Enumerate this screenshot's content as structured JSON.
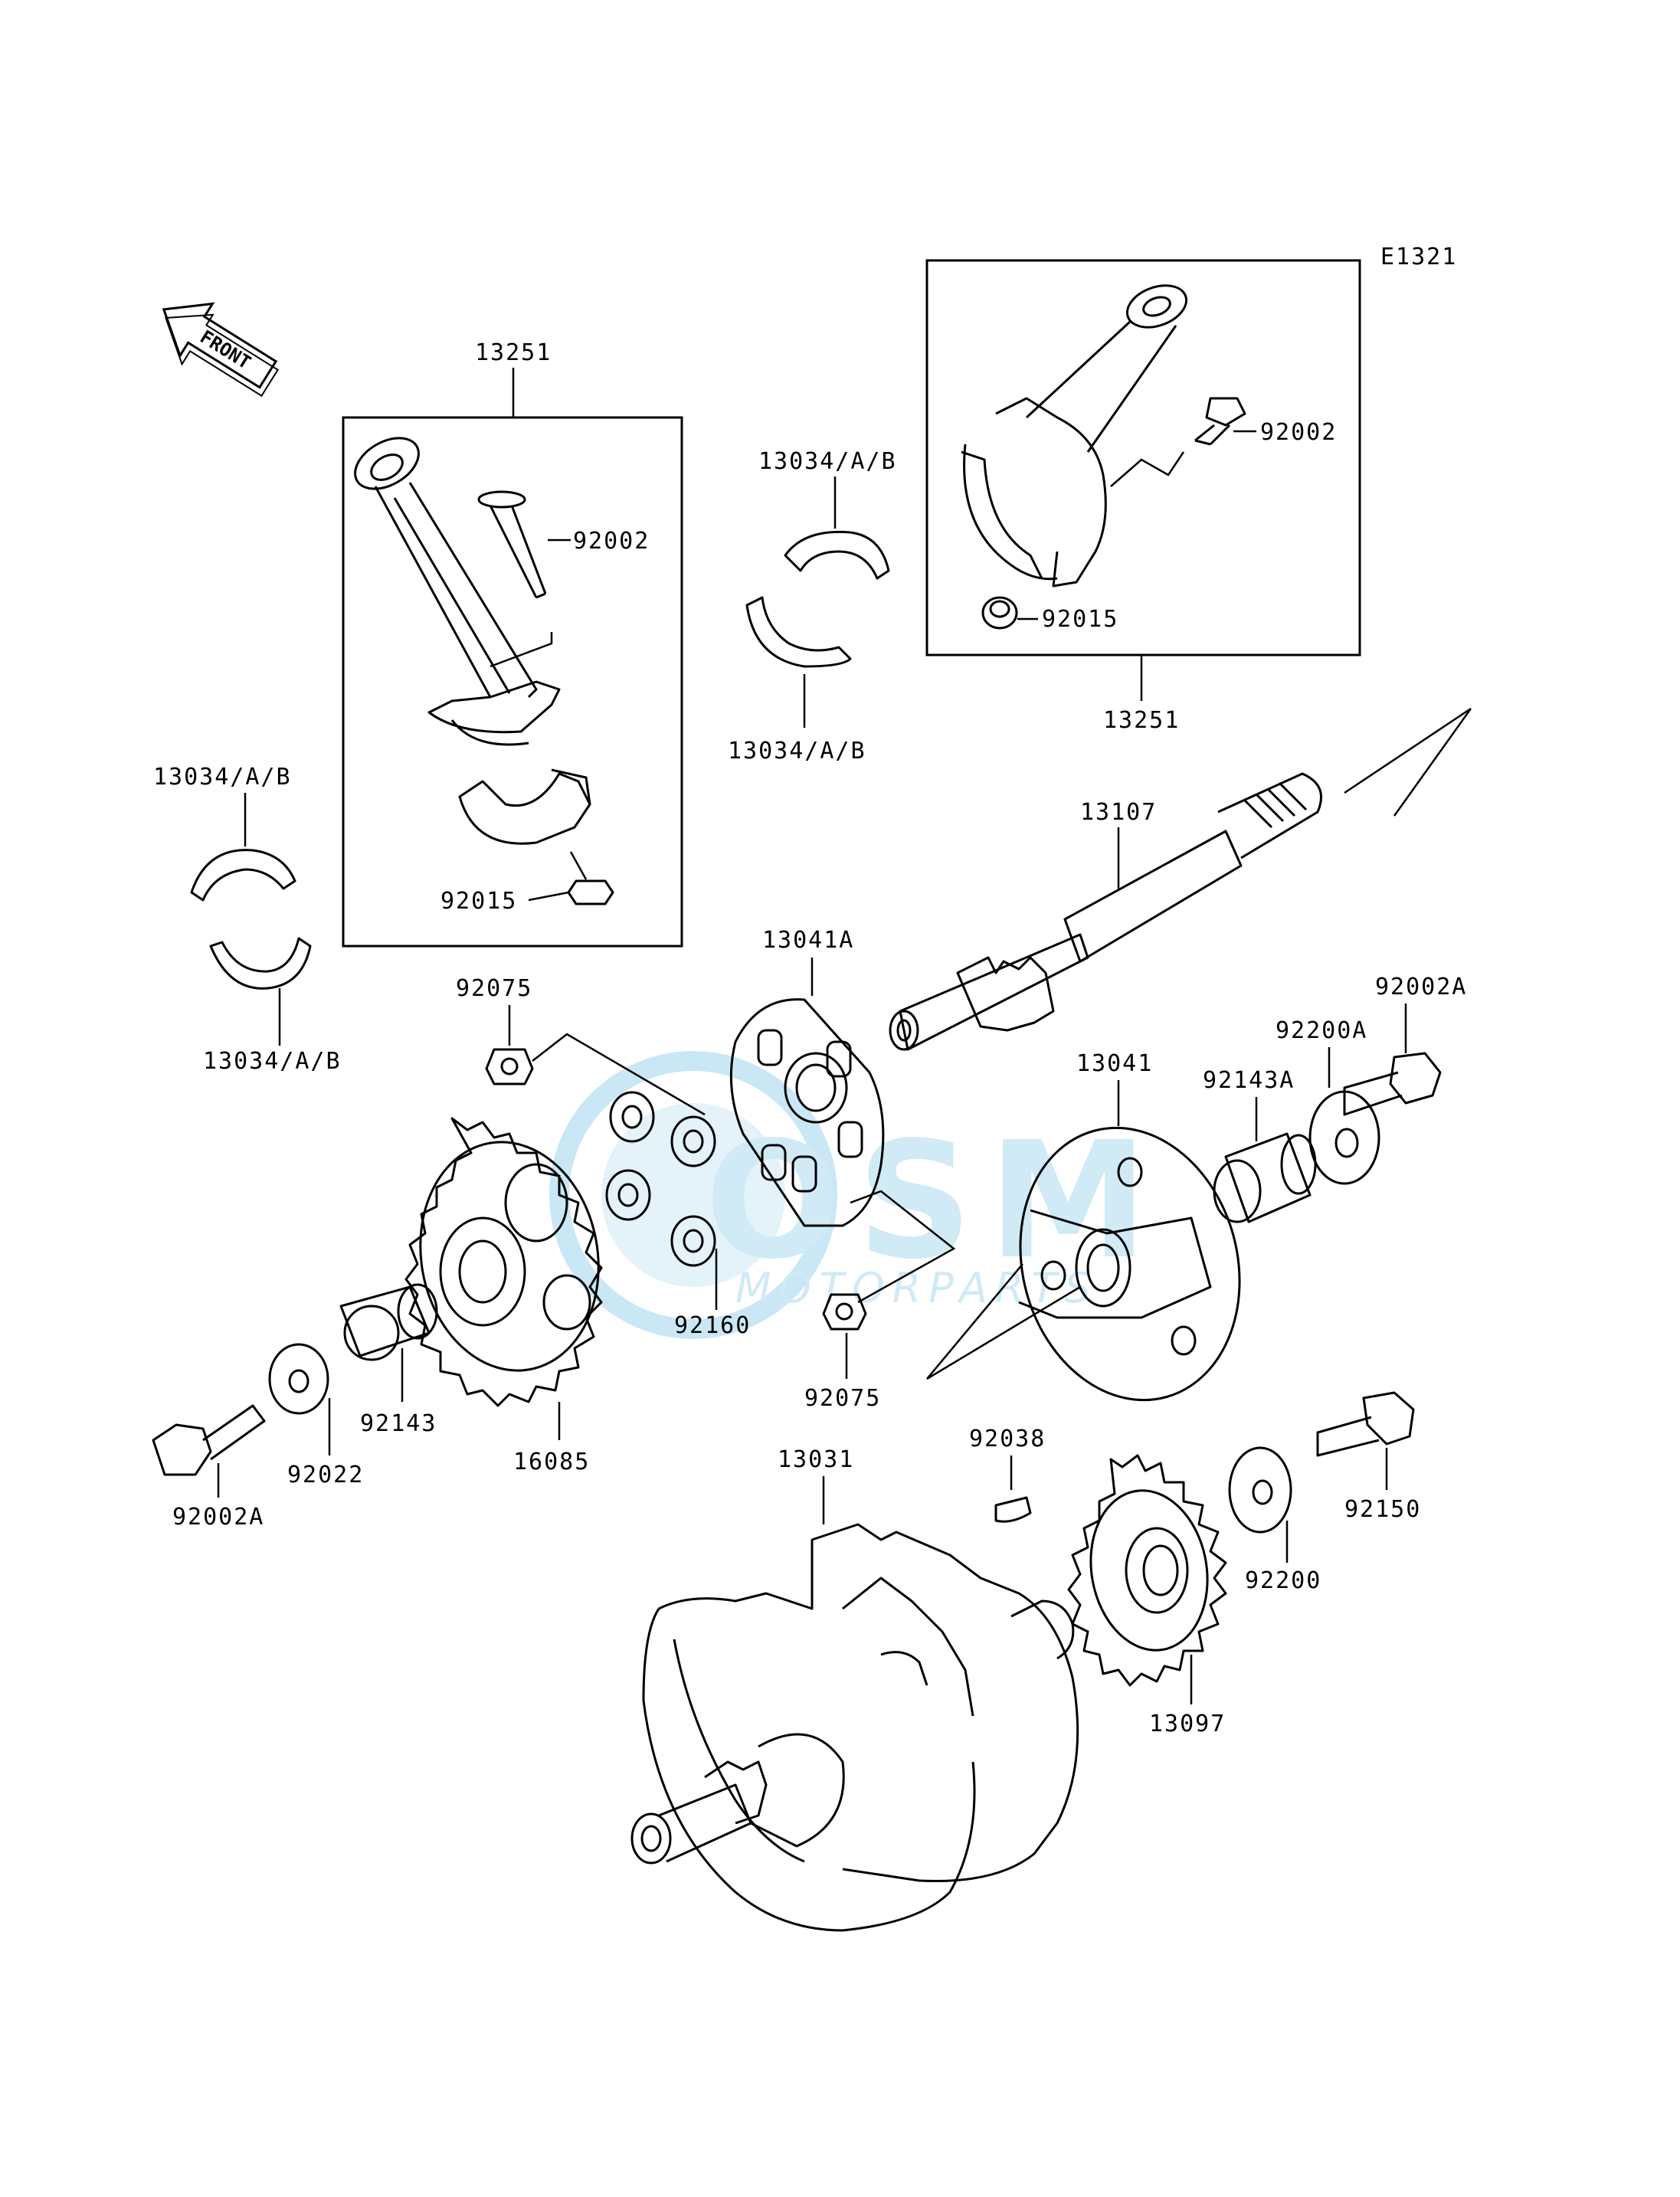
{
  "diagram_code": "E1321",
  "front_arrow": {
    "text": "FRONT",
    "icon": "front-direction-arrow-icon"
  },
  "watermark": {
    "brand": "OSM",
    "sub": "MOTORPARTS",
    "color": "#9fd4ee"
  },
  "labels": {
    "l13251a": "13251",
    "l92002a": "92002",
    "l92015a": "92015",
    "l13034c": "13034/A/B",
    "l13034d": "13034/A/B",
    "l13034a": "13034/A/B",
    "l13034b": "13034/A/B",
    "l13251b": "13251",
    "l92002b": "92002",
    "l92015b": "92015",
    "l13107": "13107",
    "l13041A": "13041A",
    "l92075a": "92075",
    "l92075b": "92075",
    "l92160": "92160",
    "l13041": "13041",
    "l92143A": "92143A",
    "l92200A": "92200A",
    "l92002Aa": "92002A",
    "l16085": "16085",
    "l92143": "92143",
    "l92022": "92022",
    "l92002Ab": "92002A",
    "l13031": "13031",
    "l92038": "92038",
    "l13097": "13097",
    "l92200": "92200",
    "l92150": "92150"
  }
}
